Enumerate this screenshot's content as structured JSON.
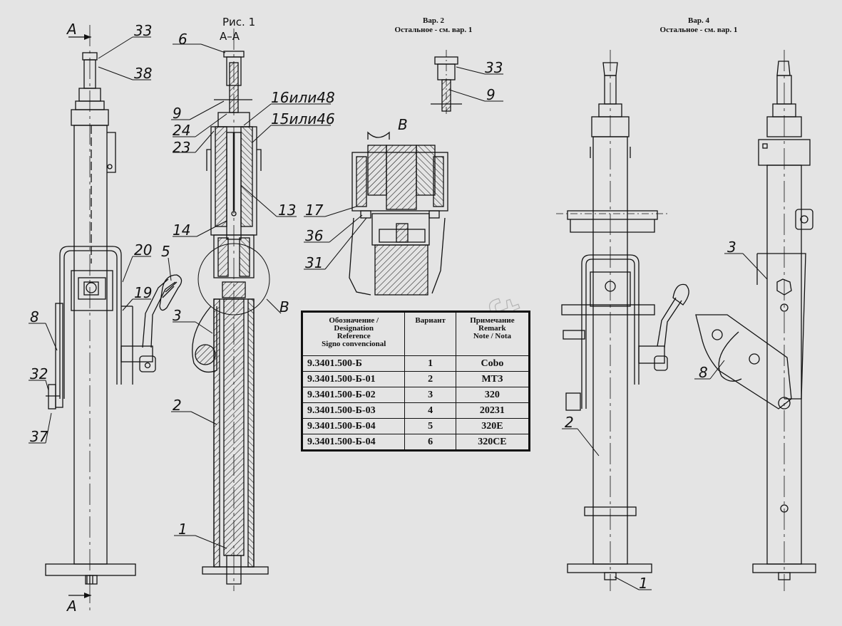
{
  "figure": {
    "title": "Рис. 1",
    "section": "А–А",
    "section_marker": "А",
    "view_b": "В"
  },
  "views": {
    "var2": {
      "title": "Вар. 2",
      "note": "Остальное - см. вар. 1"
    },
    "var4": {
      "title": "Вар. 4",
      "note": "Остальное - см. вар. 1"
    }
  },
  "callouts": {
    "main": [
      "33",
      "38",
      "8",
      "32",
      "37",
      "20",
      "5",
      "19"
    ],
    "section": [
      "6",
      "9",
      "24",
      "23",
      "16или48",
      "15или46",
      "13",
      "14",
      "3",
      "2",
      "1"
    ],
    "detail_b": [
      "17",
      "36",
      "31"
    ],
    "var2": [
      "33",
      "9"
    ],
    "var4": [
      "3",
      "8",
      "2",
      "1"
    ]
  },
  "table": {
    "headers": [
      [
        "Обозначение /",
        "Designation",
        "Reference",
        "Signo convencional"
      ],
      [
        "Вариант"
      ],
      [
        "Примечание",
        "Remark",
        "Note / Nota"
      ]
    ],
    "rows": [
      {
        "designation": "9.3401.500-Б",
        "variant": "1",
        "note": "Cobo"
      },
      {
        "designation": "9.3401.500-Б-01",
        "variant": "2",
        "note": "МТЗ"
      },
      {
        "designation": "9.3401.500-Б-02",
        "variant": "3",
        "note": "320"
      },
      {
        "designation": "9.3401.500-Б-03",
        "variant": "4",
        "note": "20231"
      },
      {
        "designation": "9.3401.500-Б-04",
        "variant": "5",
        "note": "320E"
      },
      {
        "designation": "9.3401.500-Б-04",
        "variant": "6",
        "note": "320CE"
      }
    ]
  },
  "watermark": "AutoSoft",
  "colors": {
    "background": "#e4e4e4",
    "ink": "#111111",
    "section_hatch": "#111111"
  }
}
